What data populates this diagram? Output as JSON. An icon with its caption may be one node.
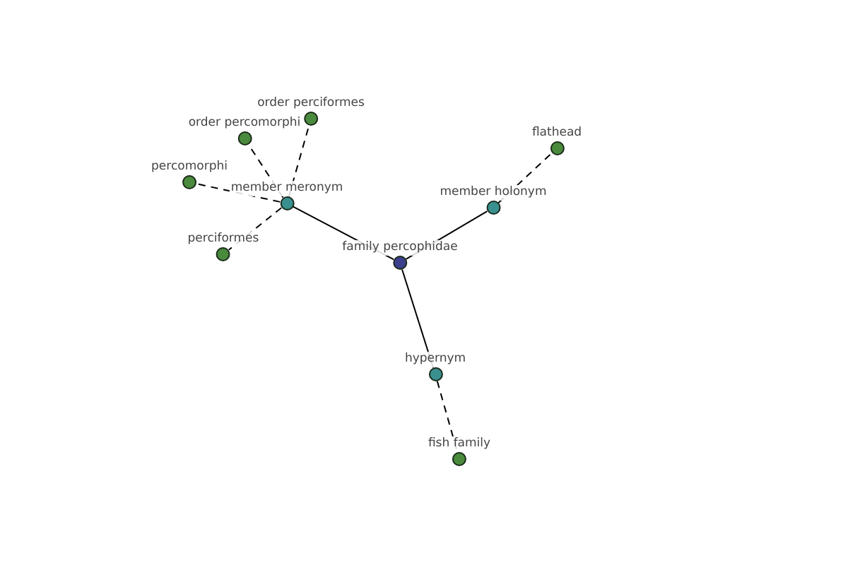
{
  "diagram": {
    "nodes": [
      {
        "text": [
          "family percophidae"
        ]
      },
      {
        "text": [
          "member meronym"
        ]
      },
      {
        "text": [
          "member holonym"
        ]
      },
      {
        "text": [
          "hypernym"
        ]
      },
      {
        "text": [
          "order perciformes"
        ]
      },
      {
        "text": [
          "order percomorphi"
        ]
      },
      {
        "text": [
          "percomorphi"
        ]
      },
      {
        "text": [
          "perciformes"
        ]
      },
      {
        "text": [
          "flathead"
        ]
      },
      {
        "text": [
          "fish family"
        ]
      }
    ],
    "edges": [
      {
        "from": 0,
        "to": 1,
        "arrow": "none"
      },
      {
        "from": 0,
        "to": 2,
        "arrow": "none"
      },
      {
        "from": 0,
        "to": 3,
        "arrow": "none"
      },
      {
        "from": 1,
        "to": 4,
        "arrow": "none",
        "style": "dashed"
      },
      {
        "from": 1,
        "to": 5,
        "arrow": "none",
        "style": "dashed"
      },
      {
        "from": 1,
        "to": 6,
        "arrow": "none",
        "style": "dashed"
      },
      {
        "from": 1,
        "to": 7,
        "arrow": "none",
        "style": "dashed"
      },
      {
        "from": 2,
        "to": 8,
        "arrow": "none",
        "style": "dashed"
      },
      {
        "from": 3,
        "to": 9,
        "arrow": "none",
        "style": "dashed"
      }
    ]
  }
}
